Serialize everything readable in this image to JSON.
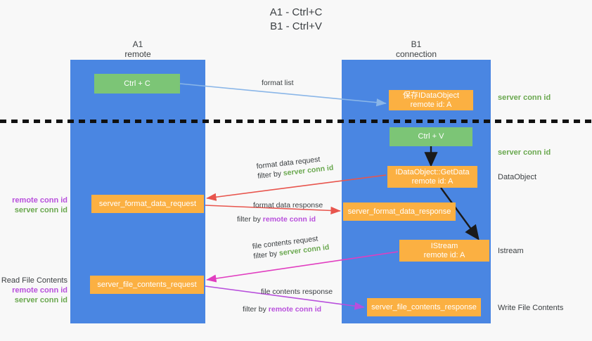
{
  "title": {
    "line1": "A1 - Ctrl+C",
    "line2": "B1 - Ctrl+V"
  },
  "columns": {
    "a1": {
      "name": "A1",
      "role": "remote"
    },
    "b1": {
      "name": "B1",
      "role": "connection"
    }
  },
  "nodes": {
    "ctrl_c": {
      "label": "Ctrl + C",
      "color": "#7cc576"
    },
    "ctrl_v": {
      "label": "Ctrl + V",
      "color": "#7cc576"
    },
    "save_idataobject": {
      "line1": "保存IDataObject",
      "line2": "remote id: A",
      "color": "#fbb042"
    },
    "getdata": {
      "line1": "IDataObject::GetData",
      "line2": "remote id: A",
      "color": "#fbb042"
    },
    "istream": {
      "line1": "IStream",
      "line2": "remote id: A",
      "color": "#fbb042"
    },
    "server_format_data_request": {
      "label": "server_format_data_request",
      "color": "#fbb042"
    },
    "server_format_data_response": {
      "label": "server_format_data_response",
      "color": "#fbb042"
    },
    "server_file_contents_request": {
      "label": "server_file_contents_request",
      "color": "#fbb042"
    },
    "server_file_contents_response": {
      "label": "server_file_contents_response",
      "color": "#fbb042"
    }
  },
  "right_notes": {
    "server_conn_id_1": "server conn id",
    "server_conn_id_2": "server conn id",
    "dataobject": "DataObject",
    "istream": "Istream",
    "write_file_contents": "Write File Contents"
  },
  "left_notes": {
    "format": {
      "remote": "remote conn id",
      "server": "server conn id"
    },
    "file": {
      "title": "Read File Contents",
      "remote": "remote conn id",
      "server": "server conn id"
    }
  },
  "edge_labels": {
    "format_list": "format list",
    "format_data_request": "format data request",
    "format_data_request_filter_prefix": "filter by ",
    "format_data_request_filter_value": "server conn id",
    "format_data_response": "format data response",
    "format_data_response_filter_prefix": "filter by ",
    "format_data_response_filter_value": "remote conn id",
    "file_contents_request": "file contents request",
    "file_contents_request_filter_prefix": "filter by ",
    "file_contents_request_filter_value": "server conn id",
    "file_contents_response": "file contents response",
    "file_contents_response_filter_prefix": "filter by ",
    "file_contents_response_filter_value": "remote conn id"
  },
  "colors": {
    "lane": "#4a86e2",
    "green_node": "#7cc576",
    "orange_node": "#fbb042",
    "server_conn": "#6aa84f",
    "remote_conn": "#b84fdc",
    "arrow_blue": "#8ab6e8",
    "arrow_red": "#e8554d",
    "arrow_magenta": "#e13ec0",
    "arrow_purple": "#b84fdc",
    "arrow_black": "#1a1a1a",
    "background": "#f8f8f8"
  }
}
